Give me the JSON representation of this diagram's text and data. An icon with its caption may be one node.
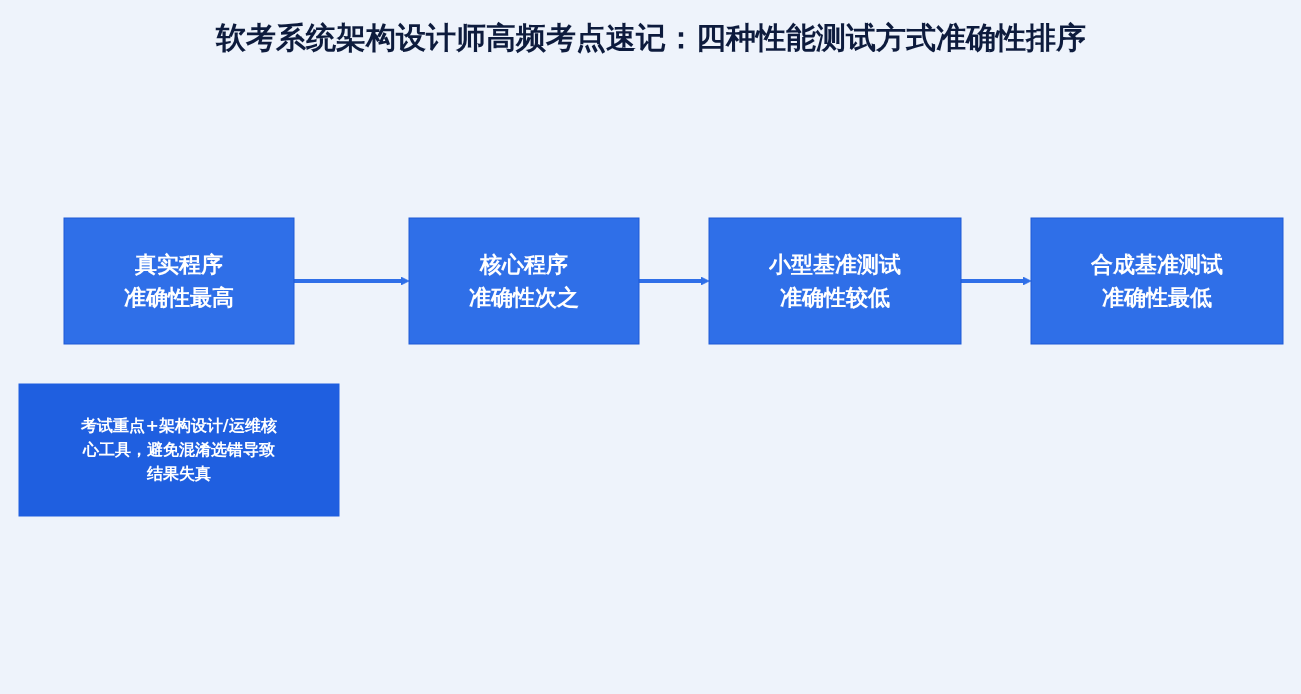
{
  "diagram": {
    "title": "软考系统架构设计师高频考点速记：四种性能测试方式准确性排序",
    "nodes": [
      {
        "text": [
          "真实程序",
          "准确性最高"
        ]
      },
      {
        "text": [
          "核心程序",
          "准确性次之"
        ]
      },
      {
        "text": [
          "小型基准测试",
          "准确性较低"
        ]
      },
      {
        "text": [
          "合成基准测试",
          "准确性最低"
        ]
      },
      {
        "text": [
          "考试重点+架构设计/运维核心工具，避免混淆选错导致结果失真"
        ]
      }
    ],
    "edges": [
      {
        "from": 0,
        "to": 1,
        "arrow": "to"
      },
      {
        "from": 1,
        "to": 2,
        "arrow": "to"
      },
      {
        "from": 2,
        "to": 3,
        "arrow": "to"
      }
    ]
  }
}
